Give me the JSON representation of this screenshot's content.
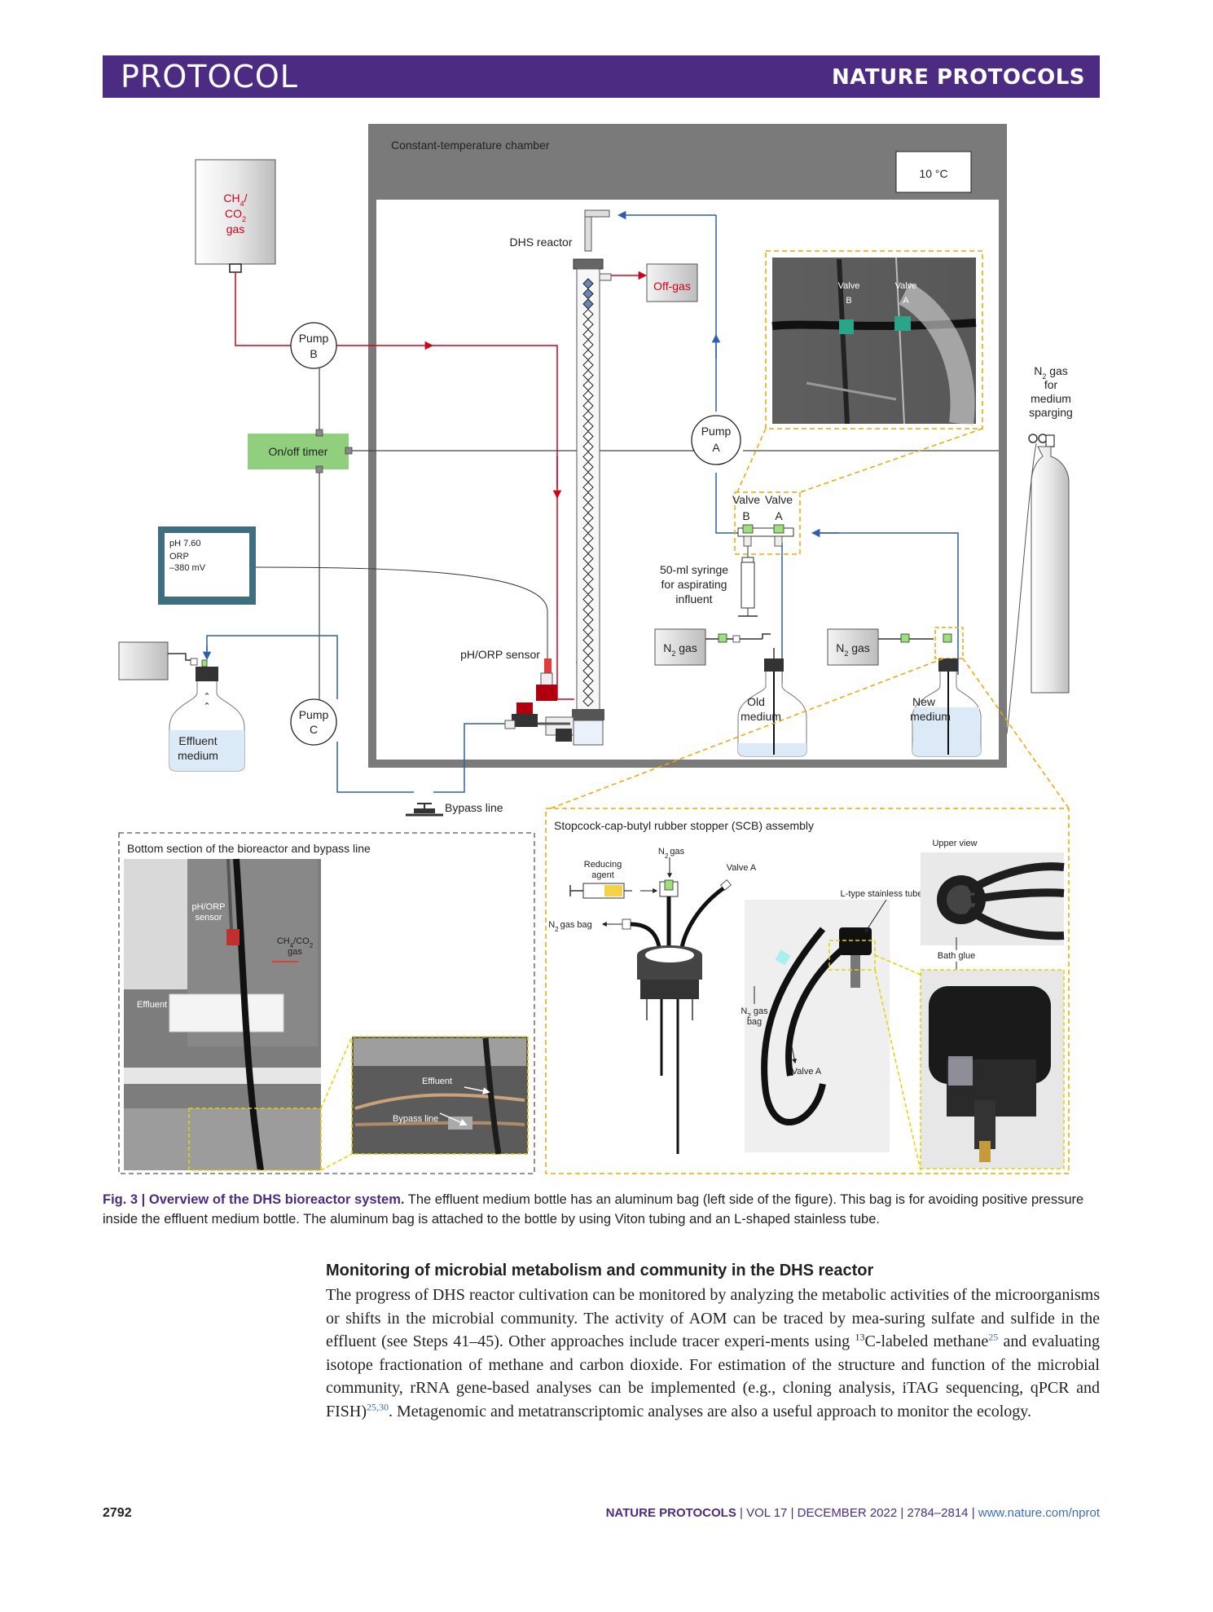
{
  "header": {
    "section_label": "PROTOCOL",
    "journal": "NATURE PROTOCOLS"
  },
  "colors": {
    "brand": "#4b2c82",
    "gas_line": "#d0021b",
    "liquid_line": "#2f5db3",
    "highlight": "#f0a500",
    "timer": "#8fcf7e",
    "monitor": "#3f6e7e"
  },
  "figure": {
    "chamber_label": "Constant-temperature chamber",
    "temperature": "10 °C",
    "gas_tank": {
      "line1": "CH",
      "sub1": "4",
      "line1b": "/",
      "line2": "CO",
      "sub2": "2",
      "line3": "gas"
    },
    "dhs_reactor": "DHS reactor",
    "off_gas": "Off-gas",
    "pump_a": {
      "line1": "Pump",
      "line2": "A"
    },
    "pump_b": {
      "line1": "Pump",
      "line2": "B"
    },
    "pump_c": {
      "line1": "Pump",
      "line2": "C"
    },
    "timer": "On/off timer",
    "monitor": {
      "ph": "pH 7.60",
      "orp_label": "ORP",
      "orp_value": "–380 mV"
    },
    "ph_sensor": "pH/ORP sensor",
    "valve_b": {
      "line1": "Valve",
      "line2": "B"
    },
    "valve_a": {
      "line1": "Valve",
      "line2": "A"
    },
    "syringe": {
      "line1": "50-ml syringe",
      "line2": "for aspirating",
      "line3": "influent"
    },
    "n2_gas_left": {
      "n": "N",
      "sub": "2",
      "rest": " gas"
    },
    "n2_gas_right": {
      "n": "N",
      "sub": "2",
      "rest": " gas"
    },
    "old_medium": {
      "line1": "Old",
      "line2": "medium"
    },
    "new_medium": {
      "line1": "New",
      "line2": "medium"
    },
    "effluent_medium": {
      "line1": "Effluent",
      "line2": "medium"
    },
    "n2_sparging": {
      "n": "N",
      "sub": "2",
      "line1rest": " gas",
      "line2": "for",
      "line3": "medium",
      "line4": "sparging"
    },
    "bypass_line": "Bypass line",
    "photo_valves": {
      "valve_b": "Valve",
      "valve_b2": "B",
      "valve_a": "Valve",
      "valve_a2": "A"
    },
    "bottom_panel": {
      "title": "Bottom section of the bioreactor and bypass line",
      "ph_sensor": "pH/ORP",
      "ph_sensor2": "sensor",
      "ch4": "CH",
      "ch4_sub": "4",
      "ch4_rest": "/CO",
      "co2_sub": "2",
      "gas": "gas",
      "effluent": "Effluent",
      "inset_effluent": "Effluent",
      "inset_bypass": "Bypass line"
    },
    "scb_panel": {
      "title": "Stopcock-cap-butyl rubber stopper (SCB) assembly",
      "n2_gas_top": "gas",
      "n2_gas_top_n": "N",
      "n2_gas_top_sub": "2",
      "reducing_agent": "Reducing",
      "reducing_agent2": "agent",
      "valve_a": "Valve A",
      "n2_gas_bag": "gas bag",
      "n2_gas_bag_n": "N",
      "n2_gas_bag_sub": "2",
      "l_tube": "L-type stainless tube",
      "upper_view": "Upper view",
      "bath_glue": "Bath glue",
      "photo_n2_n": "N",
      "photo_n2_sub": "2",
      "photo_n2_rest": " gas",
      "photo_bag": "bag",
      "photo_valve_a": "Valve A"
    }
  },
  "caption": {
    "title": "Fig. 3 | Overview of the DHS bioreactor system.",
    "body": " The effluent medium bottle has an aluminum bag (left side of the figure). This bag is for avoiding positive pressure inside the effluent medium bottle. The aluminum bag is attached to the bottle by using Viton tubing and an L-shaped stainless tube."
  },
  "section": {
    "heading": "Monitoring of microbial metabolism and community in the DHS reactor",
    "p1": "The progress of DHS reactor cultivation can be monitored by analyzing the metabolic activities of the microorganisms or shifts in the microbial community. The activity of AOM can be traced by mea-suring sulfate and sulfide in the effluent (see Steps 41–45). Other approaches include tracer experi-ments using ",
    "sup13": "13",
    "p2": "C-labeled methane",
    "ref25": "25",
    "p3": " and evaluating isotope fractionation of methane and carbon dioxide. For estimation of the structure and function of the microbial community, rRNA gene-based analyses can be implemented (e.g., cloning analysis, iTAG sequencing, qPCR and FISH)",
    "ref2530": "25,30",
    "p4": ". Metagenomic and metatranscriptomic analyses are also a useful approach to monitor the ecology."
  },
  "footer": {
    "page": "2792",
    "journal": "NATURE PROTOCOLS",
    "volume": "VOL 17",
    "month": "DECEMBER 2022",
    "pages": "2784–2814",
    "url": "www.nature.com/nprot"
  }
}
